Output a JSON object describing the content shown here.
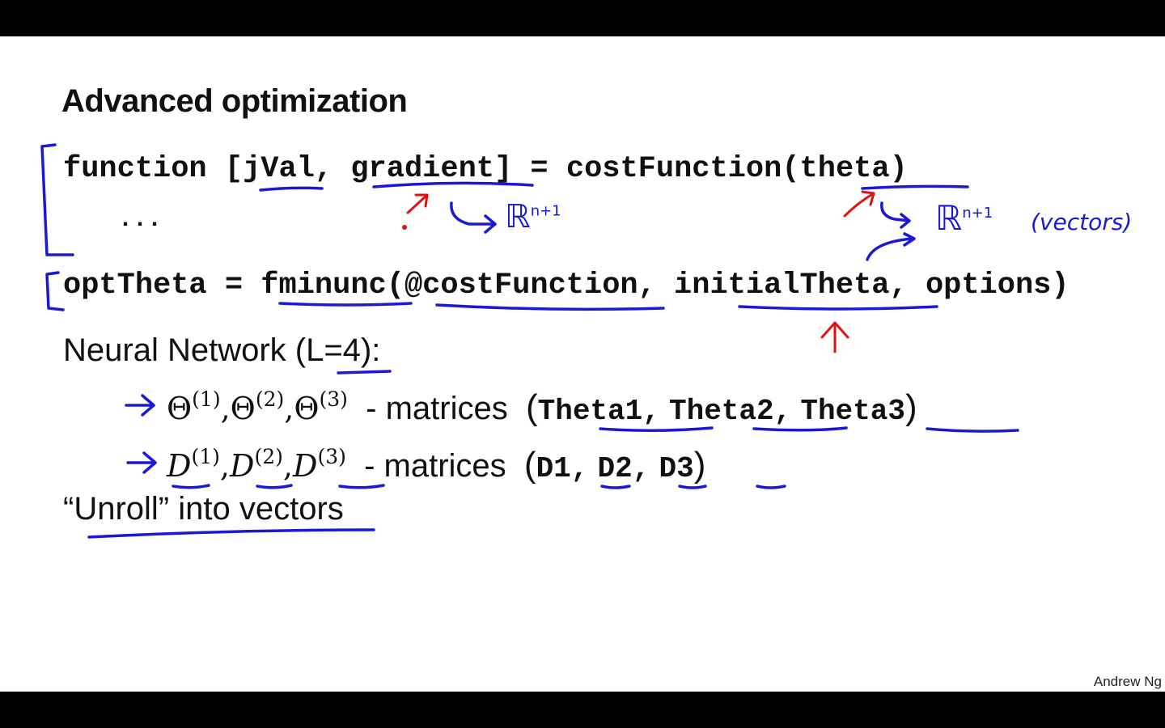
{
  "slide": {
    "title": "Advanced optimization",
    "line1": {
      "kw": "function",
      "lbr": "[",
      "out1": "jVal",
      "comma": ",",
      "out2": "gradient",
      "rbr": "]",
      "eq": "=",
      "fn": "costFunction",
      "lp": "(",
      "arg": "theta",
      "rp": ")"
    },
    "ellipsis": "...",
    "line2": {
      "lhs": "optTheta",
      "eq": "=",
      "fn": "fminunc",
      "lp": "(",
      "handle": "@costFunction",
      "c1": ",",
      "arg2": "initialTheta",
      "c2": ",",
      "arg3": "options",
      "rp": ")"
    },
    "nn_label": "Neural Network (",
    "nn_L": "L=4",
    "nn_close": "):",
    "theta_row": {
      "sym": "Θ",
      "sup1": "(1)",
      "sup2": "(2)",
      "sup3": "(3)",
      "desc": "- matrices",
      "lp": "(",
      "m1": "Theta1",
      "m2": "Theta2",
      "m3": "Theta3",
      "sep": ",",
      "rp": ")"
    },
    "d_row": {
      "sym": "D",
      "sup1": "(1)",
      "sup2": "(2)",
      "sup3": "(3)",
      "desc": "- matrices",
      "lp": "(",
      "m1": "D1",
      "m2": "D2",
      "m3": "D3",
      "sep": ",",
      "rp": ")"
    },
    "unroll": "“Unroll” into vectors",
    "footer": "Andrew Ng"
  },
  "annotations": {
    "r1": "ℝ",
    "r1_sup": "n+1",
    "r2": "ℝ",
    "r2_sup": "n+1",
    "vectors": "(vectors)"
  },
  "colors": {
    "pen_blue": "#1a1ad6",
    "pen_red": "#e01010",
    "background": "#ffffff",
    "frame": "#000000"
  }
}
